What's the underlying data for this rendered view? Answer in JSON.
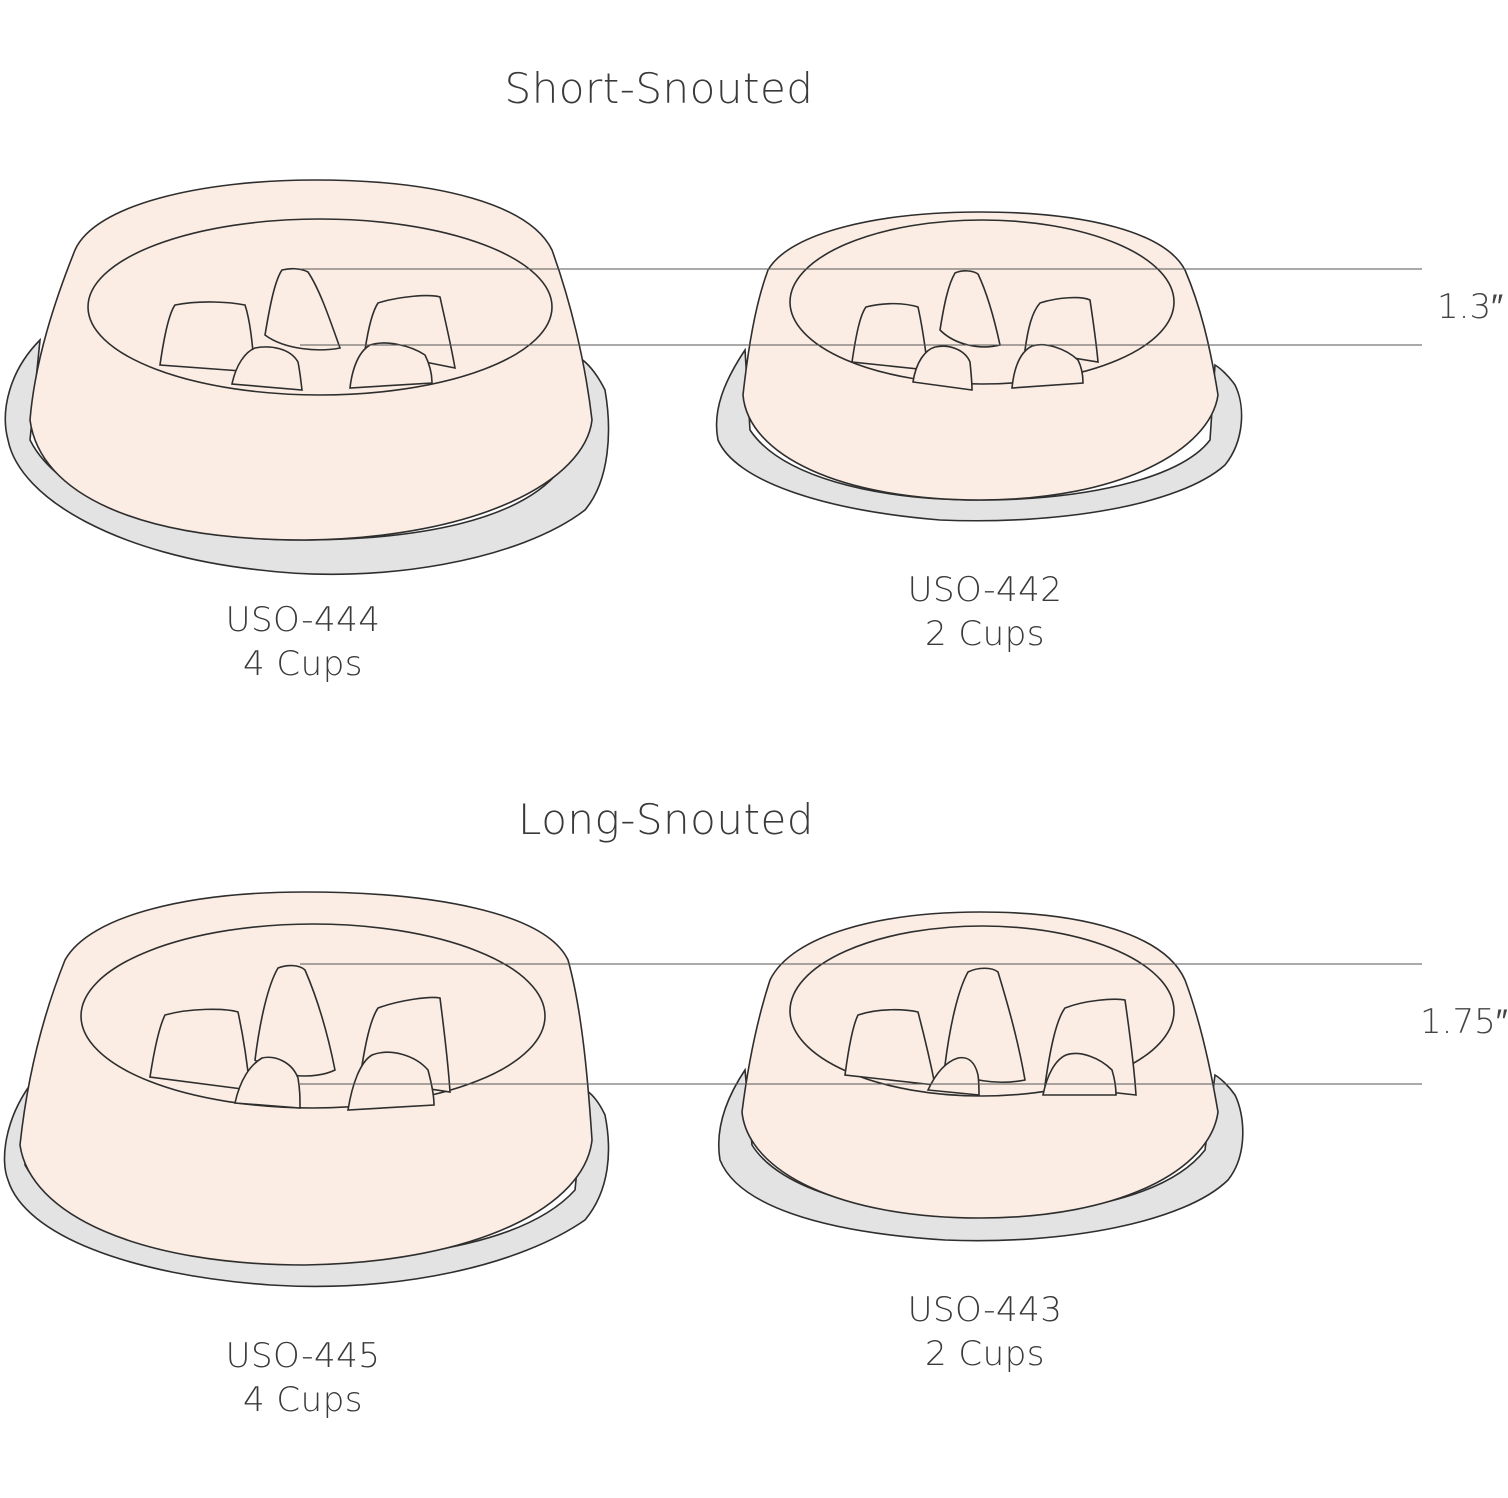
{
  "colors": {
    "bowl_fill": "#FBEDE3",
    "shadow_fill": "#E3E3E3",
    "stroke": "#2E2E2E",
    "guide_line": "#555555"
  },
  "sections": [
    {
      "title": "Short-Snouted",
      "depth_label": "1.3″",
      "bowls": [
        {
          "model": "USO-444",
          "capacity": "4 Cups"
        },
        {
          "model": "USO-442",
          "capacity": "2 Cups"
        }
      ]
    },
    {
      "title": "Long-Snouted",
      "depth_label": "1.75″",
      "bowls": [
        {
          "model": "USO-445",
          "capacity": "4 Cups"
        },
        {
          "model": "USO-443",
          "capacity": "2 Cups"
        }
      ]
    }
  ]
}
